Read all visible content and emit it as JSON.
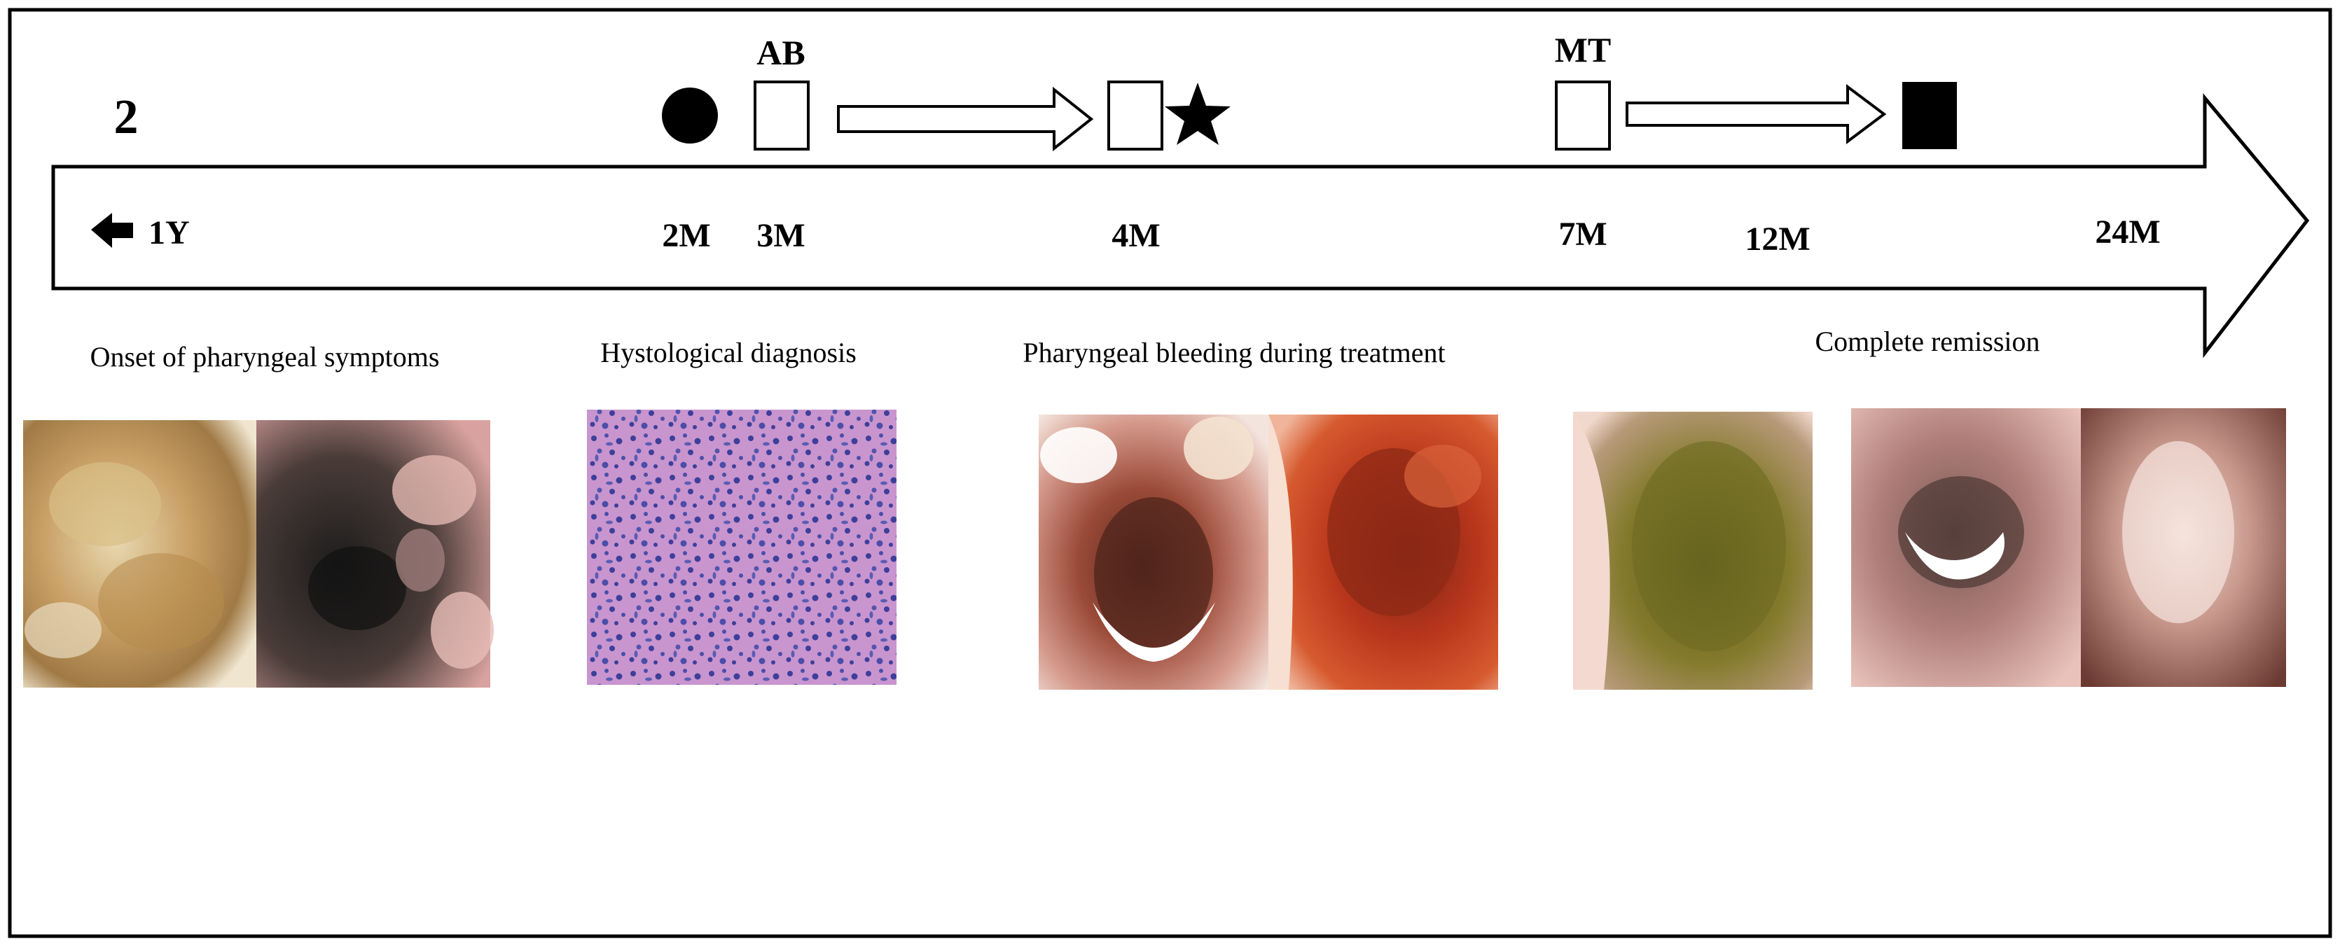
{
  "figure": {
    "panel_label": "2",
    "treatments": {
      "ab": "AB",
      "mt": "MT"
    },
    "timeline": {
      "before_label": "1Y",
      "ticks": [
        "2M",
        "3M",
        "4M",
        "7M",
        "12M",
        "24M"
      ]
    },
    "events": {
      "onset": "Onset of pharyngeal symptoms",
      "diagnosis": "Hystological diagnosis",
      "bleeding": "Pharyngeal bleeding during treatment",
      "remission": "Complete remission"
    },
    "colors": {
      "ink": "#000000",
      "background": "#ffffff",
      "histology_bg": "#c995cf",
      "histology_nuclei": "#3d3f9a"
    }
  }
}
